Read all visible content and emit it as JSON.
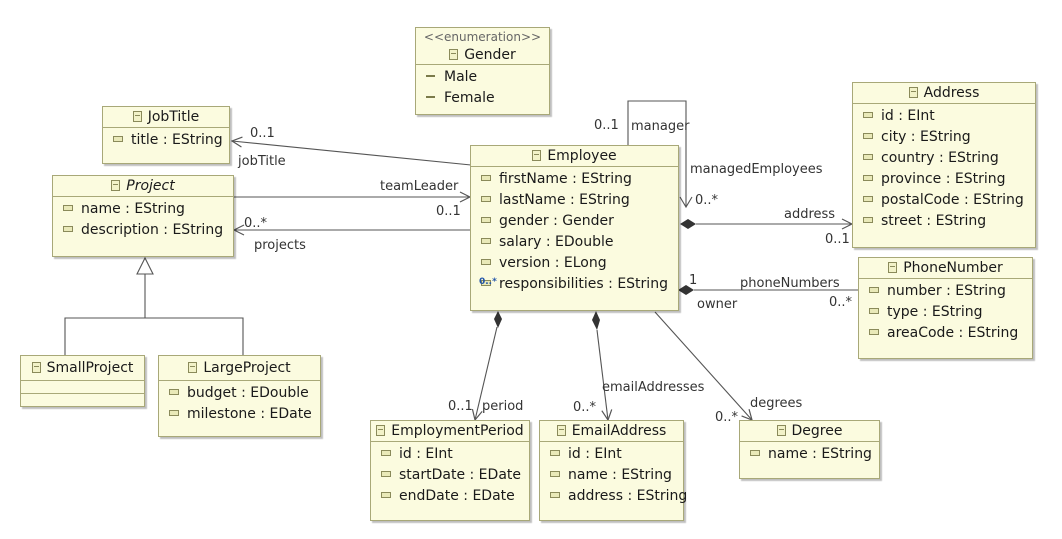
{
  "enumeration": {
    "stereotype": "<<enumeration>>",
    "name": "Gender",
    "literals": [
      "Male",
      "Female"
    ]
  },
  "classes": {
    "job_title": {
      "name": "JobTitle",
      "attributes": [
        "title : EString"
      ]
    },
    "project": {
      "name": "Project",
      "abstract": true,
      "attributes": [
        "name : EString",
        "description : EString"
      ]
    },
    "small_project": {
      "name": "SmallProject",
      "attributes": []
    },
    "large_project": {
      "name": "LargeProject",
      "attributes": [
        "budget : EDouble",
        "milestone : EDate"
      ]
    },
    "employee": {
      "name": "Employee",
      "attributes": [
        "firstName : EString",
        "lastName : EString",
        "gender : Gender",
        "salary : EDouble",
        "version : ELong",
        "responsibilities : EString"
      ]
    },
    "address": {
      "name": "Address",
      "attributes": [
        "id : EInt",
        "city : EString",
        "country : EString",
        "province : EString",
        "postalCode : EString",
        "street : EString"
      ]
    },
    "phone_number": {
      "name": "PhoneNumber",
      "attributes": [
        "number : EString",
        "type : EString",
        "areaCode : EString"
      ]
    },
    "employment_period": {
      "name": "EmploymentPeriod",
      "attributes": [
        "id : EInt",
        "startDate : EDate",
        "endDate : EDate"
      ]
    },
    "email_address": {
      "name": "EmailAddress",
      "attributes": [
        "id : EInt",
        "name : EString",
        "address : EString"
      ]
    },
    "degree": {
      "name": "Degree",
      "attributes": [
        "name : EString"
      ]
    }
  },
  "associations": {
    "job_title": {
      "role": "jobTitle",
      "multiplicity": "0..1"
    },
    "team_leader": {
      "role": "teamLeader",
      "multiplicity": "0..1"
    },
    "projects": {
      "role": "projects",
      "multiplicity": "0..*"
    },
    "manager": {
      "role": "manager",
      "multiplicity": "0..1"
    },
    "managed_employees": {
      "role": "managedEmployees",
      "multiplicity": "0..*"
    },
    "address": {
      "role": "address",
      "multiplicity": "0..1"
    },
    "phone_numbers": {
      "role": "phoneNumbers",
      "multiplicity": "0..*",
      "owner_role": "owner",
      "owner_multiplicity": "1"
    },
    "period": {
      "role": "period",
      "multiplicity": "0..1"
    },
    "email_addresses": {
      "role": "emailAddresses",
      "multiplicity": "0..*"
    },
    "degrees": {
      "role": "degrees",
      "multiplicity": "0..*"
    }
  },
  "colors": {
    "class_fill": "#fbfbdf",
    "class_border": "#a8a878",
    "line": "#555555"
  }
}
